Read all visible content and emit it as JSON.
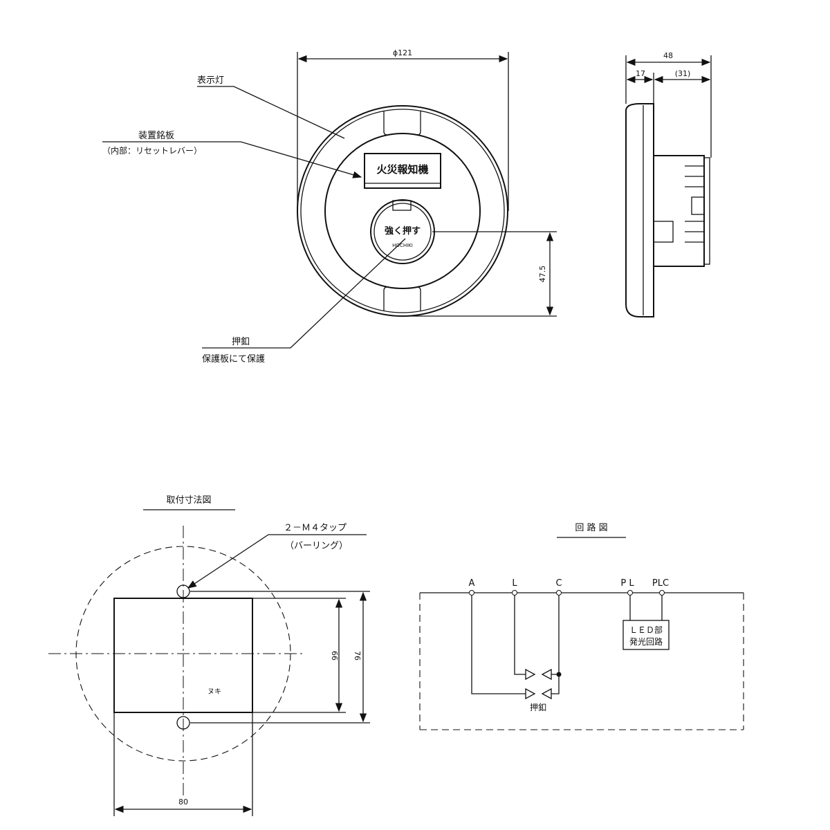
{
  "front_view": {
    "dim_diameter": "ϕ121",
    "dim_height": "47.5",
    "label_indicator": "表示灯",
    "label_nameplate": "装置銘板",
    "label_nameplate_sub": "（内部：リセットレバー）",
    "nameplate_text": "火災報知機",
    "button_text": "強く押す",
    "button_brand": "HOCHIKI",
    "label_button": "押釦",
    "label_button_sub": "保護板にて保護"
  },
  "side_view": {
    "dim_total": "48",
    "dim_front": "17",
    "dim_back": "(31)"
  },
  "mounting": {
    "title": "取付寸法図",
    "tap_label": "２－Ｍ４タップ",
    "tap_sub": "（バーリング）",
    "hole_label": "ヌキ",
    "dim_66": "66",
    "dim_76": "76",
    "dim_80": "80"
  },
  "circuit": {
    "title": "回 路 図",
    "terminals": [
      "A",
      "L",
      "C",
      "P L",
      "PLC"
    ],
    "led_line1": "ＬＥＤ部",
    "led_line2": "発光回路",
    "switch_label": "押釦"
  }
}
